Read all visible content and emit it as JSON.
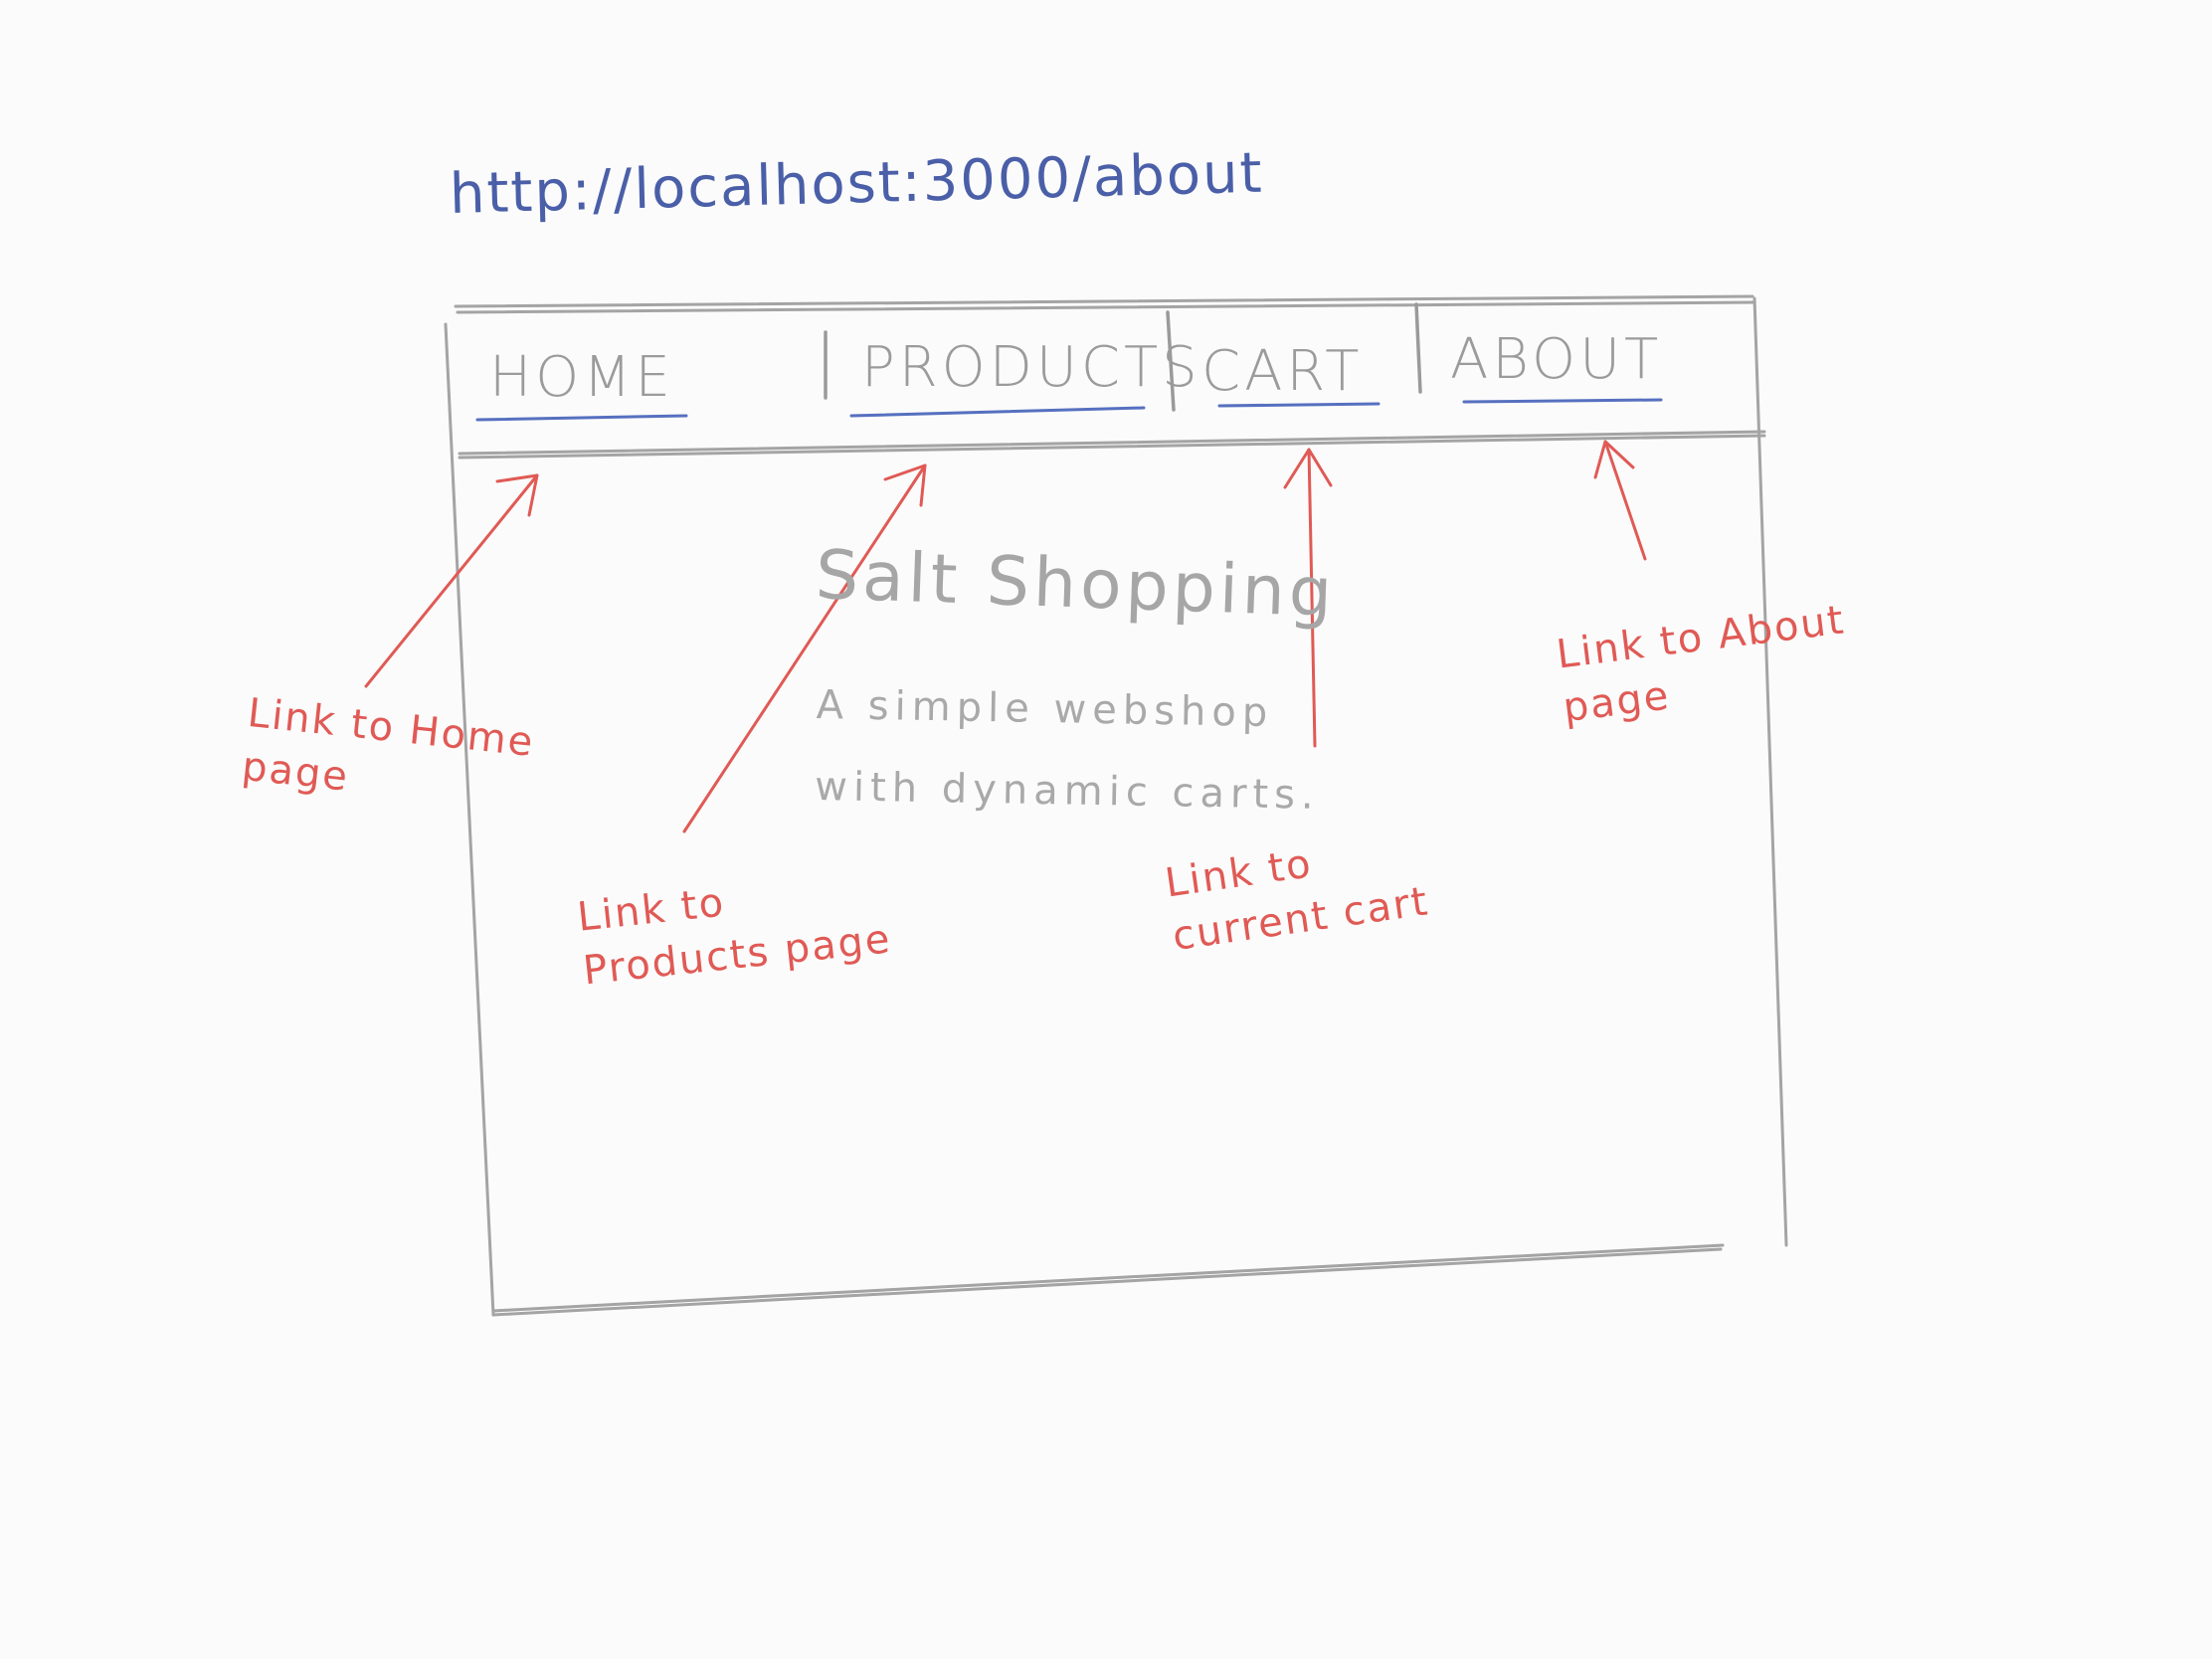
{
  "sketch": {
    "url": "http://localhost:3000/about",
    "nav": {
      "home": "HOME",
      "products": "PRODUCTS",
      "cart": "CART",
      "about": "ABOUT"
    },
    "content": {
      "title": "Salt Shopping",
      "description": "A simple webshop with dynamic carts."
    },
    "annotations": {
      "home": "Link to Home page",
      "products": "Link to Products page",
      "cart": "Link to current cart",
      "about": "Link to About page"
    },
    "colors": {
      "pencil": "#a4a4a4",
      "url_ink": "#4a5fa8",
      "underline_ink": "#5670c0",
      "annotation_ink": "#e05a55"
    }
  }
}
